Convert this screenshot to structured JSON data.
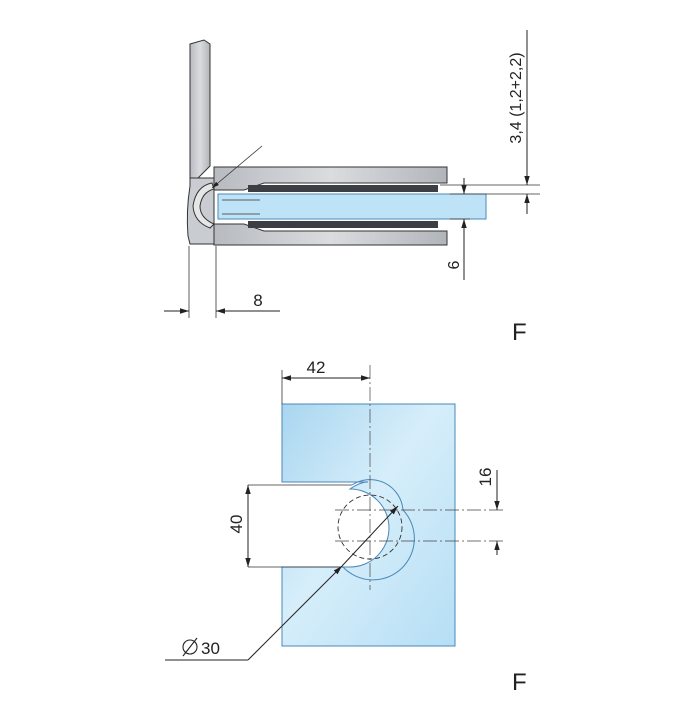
{
  "top_view": {
    "dim_wall": "8",
    "dim_glass": "6",
    "dim_gasket": "3,4 (1,2+2,2)",
    "label": "F"
  },
  "front_view": {
    "dim_offset": "42",
    "dim_slot_height": "40",
    "dim_hole_offset": "16",
    "dim_diameter": "30",
    "label": "F"
  },
  "colors": {
    "metal": "#c9ccd1",
    "metal_dark": "#9fa3a8",
    "glass": "#bfe3f6",
    "glass_edge": "#4a88b8",
    "line": "#222222"
  }
}
